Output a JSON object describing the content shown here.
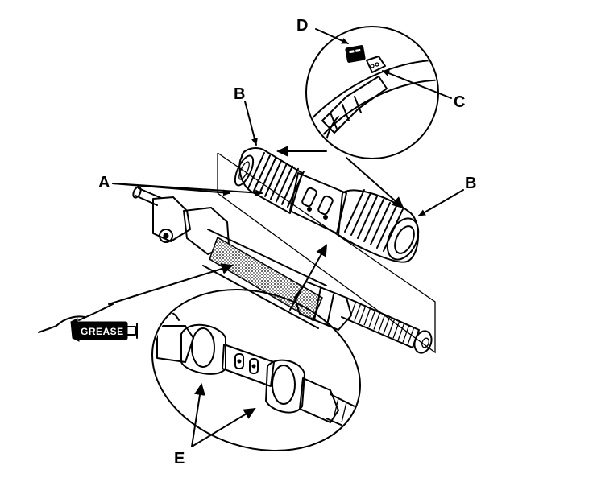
{
  "labels": {
    "a": "A",
    "b_left": "B",
    "b_right": "B",
    "c": "C",
    "d": "D",
    "e": "E"
  },
  "grease_tube": {
    "text": "GREASE"
  },
  "colors": {
    "ink": "#000000",
    "background": "#ffffff"
  }
}
